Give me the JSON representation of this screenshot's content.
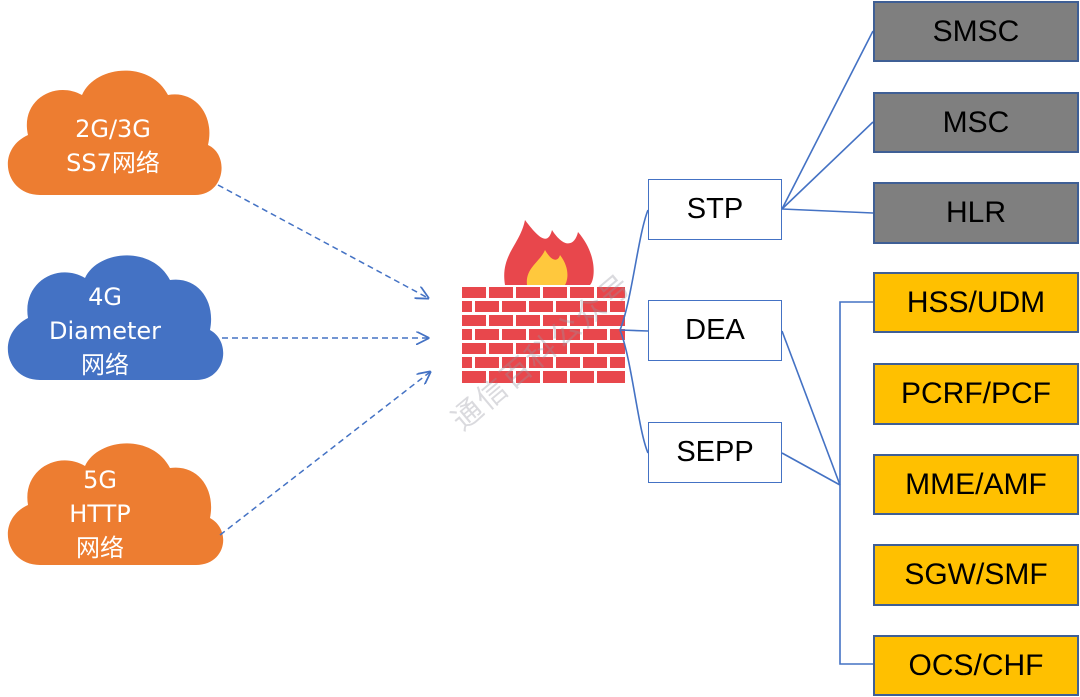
{
  "clouds": [
    {
      "lines": [
        "2G/3G",
        "SS7网络"
      ],
      "color": "#ed7d31"
    },
    {
      "lines": [
        "4G",
        "Diameter",
        "网络"
      ],
      "color": "#4472c4"
    },
    {
      "lines": [
        "5G",
        "HTTP",
        "网络"
      ],
      "color": "#ed7d31"
    }
  ],
  "gateways": [
    {
      "label": "STP"
    },
    {
      "label": "DEA"
    },
    {
      "label": "SEPP"
    }
  ],
  "legacy_nodes": [
    {
      "label": "SMSC"
    },
    {
      "label": "MSC"
    },
    {
      "label": "HLR"
    }
  ],
  "core_nodes": [
    {
      "label": "HSS/UDM"
    },
    {
      "label": "PCRF/PCF"
    },
    {
      "label": "MME/AMF"
    },
    {
      "label": "SGW/SMF"
    },
    {
      "label": "OCS/CHF"
    }
  ],
  "watermark": "通信百科公众号",
  "colors": {
    "link": "#4472c4",
    "gray_node": "#7f7f7f",
    "yellow_node": "#ffc000",
    "brick": "#e8474c",
    "flame_outer": "#e8474c",
    "flame_inner": "#ffc83d"
  }
}
